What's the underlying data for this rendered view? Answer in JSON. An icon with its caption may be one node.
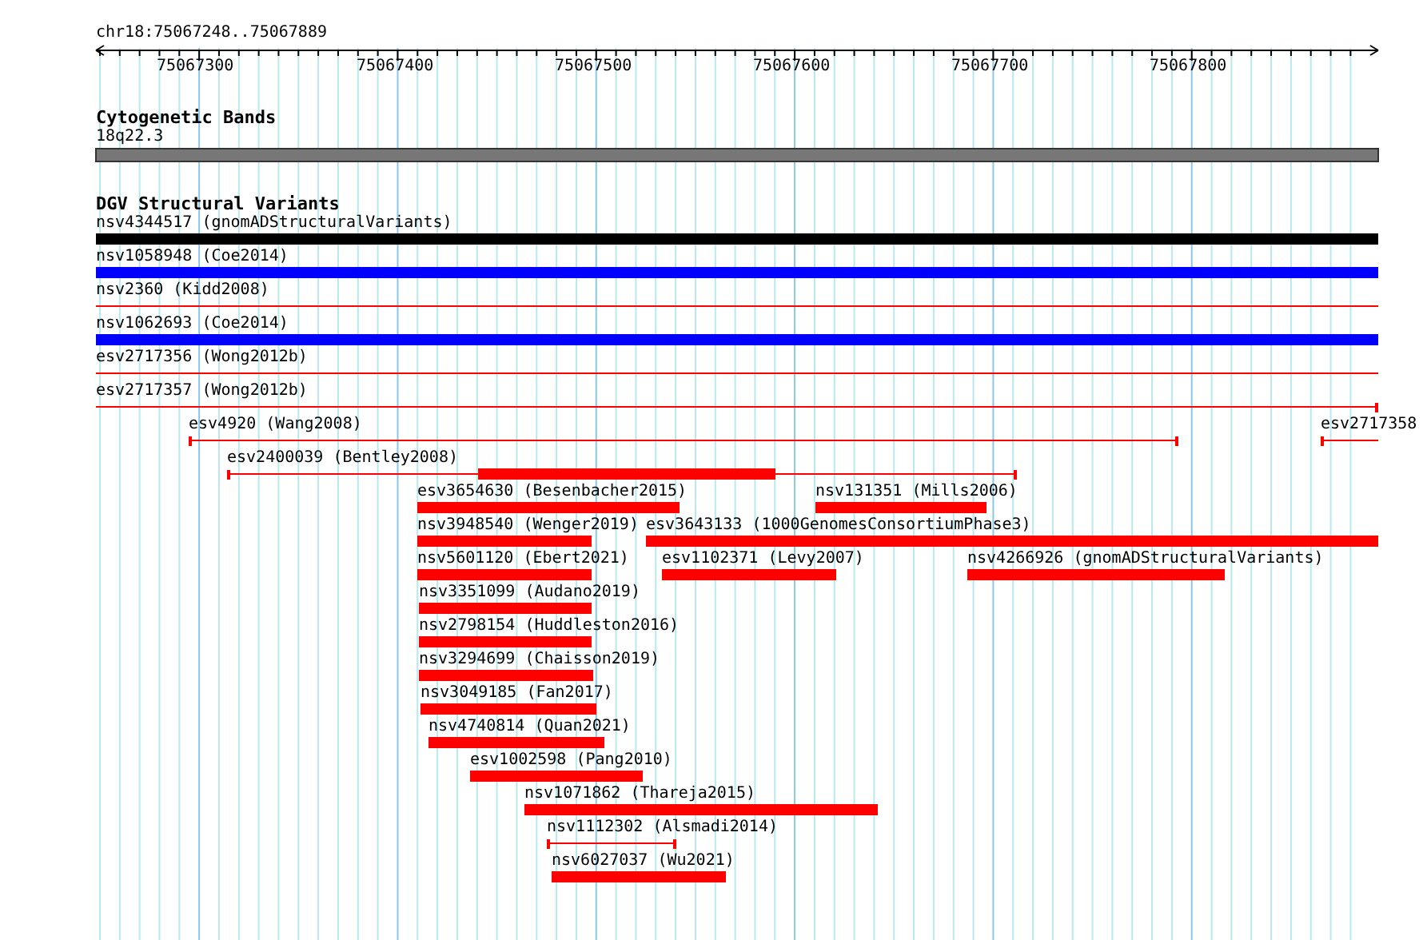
{
  "diagram": {
    "labels": [
      "chr18:75067248..75067889",
      "75067300",
      "75067400",
      "75067500",
      "75067600",
      "75067700",
      "75067800",
      "Cytogenetic Bands",
      "18q22.3",
      "DGV Structural Variants",
      "nsv4344517 (gnomADStructuralVariants)",
      "nsv1058948 (Coe2014)",
      "nsv2360 (Kidd2008)",
      "nsv1062693 (Coe2014)",
      "esv2717356 (Wong2012b)",
      "esv2717357 (Wong2012b)",
      "esv4920 (Wang2008)",
      "esv2717358",
      "esv2400039 (Bentley2008)",
      "esv3654630 (Besenbacher2015)",
      "nsv131351 (Mills2006)",
      "nsv3948540 (Wenger2019)",
      "esv3643133 (1000GenomesConsortiumPhase3)",
      "nsv5601120 (Ebert2021)",
      "esv1102371 (Levy2007)",
      "nsv4266926 (gnomADStructuralVariants)",
      "nsv3351099 (Audano2019)",
      "nsv2798154 (Huddleston2016)",
      "nsv3294699 (Chaisson2019)",
      "nsv3049185 (Fan2017)",
      "nsv4740814 (Quan2021)",
      "esv1002598 (Pang2010)",
      "nsv1071862 (Thareja2015)",
      "nsv1112302 (Alsmadi2014)",
      "nsv6027037 (Wu2021)"
    ]
  }
}
